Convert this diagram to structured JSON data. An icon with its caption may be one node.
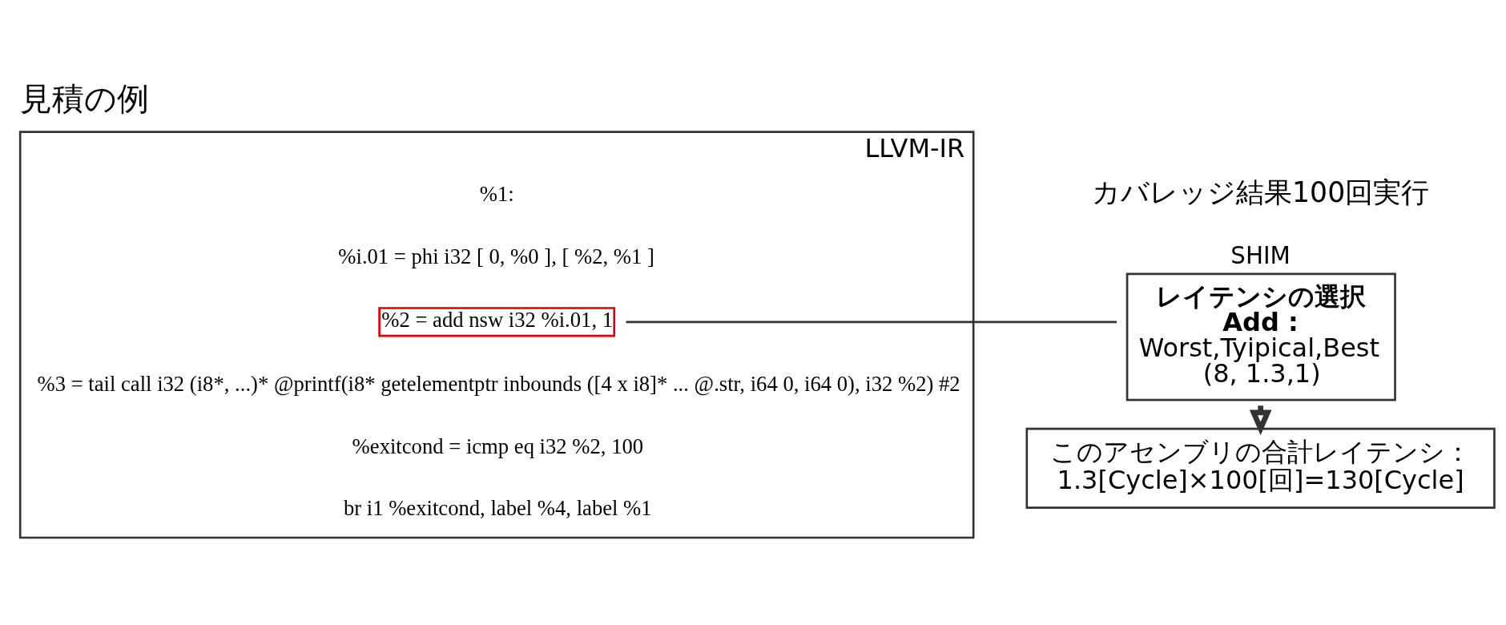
{
  "diagram": {
    "title": "見積の例",
    "nodes": [
      {
        "text": [
          "LLVM-IR"
        ]
      },
      {
        "text": [
          "%1:"
        ],
        "in": 0
      },
      {
        "text": [
          "%i.01 = phi i32 [ 0, %0 ], [ %2, %1 ]"
        ],
        "in": 0
      },
      {
        "text": [
          "%2 = add nsw i32 %i.01, 1"
        ],
        "in": 0
      },
      {
        "text": [
          "%3 = tail call i32 (i8*, ...)* @printf(i8* getelementptr inbounds ([4 x i8]* ... @.str, i64 0, i64 0), i32 %2) #2"
        ],
        "in": 0
      },
      {
        "text": [
          "%exitcond = icmp eq i32 %2, 100"
        ],
        "in": 0
      },
      {
        "text": [
          "br i1 %exitcond, label %4, label %1"
        ],
        "in": 0
      },
      {
        "text": [
          "SHIM",
          "レイテンシの選択",
          "Add :",
          "Worst,Tyipical,Best",
          "(8, 1.3,1)"
        ]
      },
      {
        "text": [
          "このアセンブリの合計レイテンシ：",
          "1.3[Cycle]×100[回]=130[Cycle]"
        ]
      }
    ],
    "edges": [
      {
        "from": 7,
        "to": 3,
        "arrow": "none"
      },
      {
        "from": 7,
        "to": 8,
        "arrow": "to",
        "style": "thick"
      }
    ],
    "labels": [
      "カバレッジ結果100回実行"
    ]
  }
}
